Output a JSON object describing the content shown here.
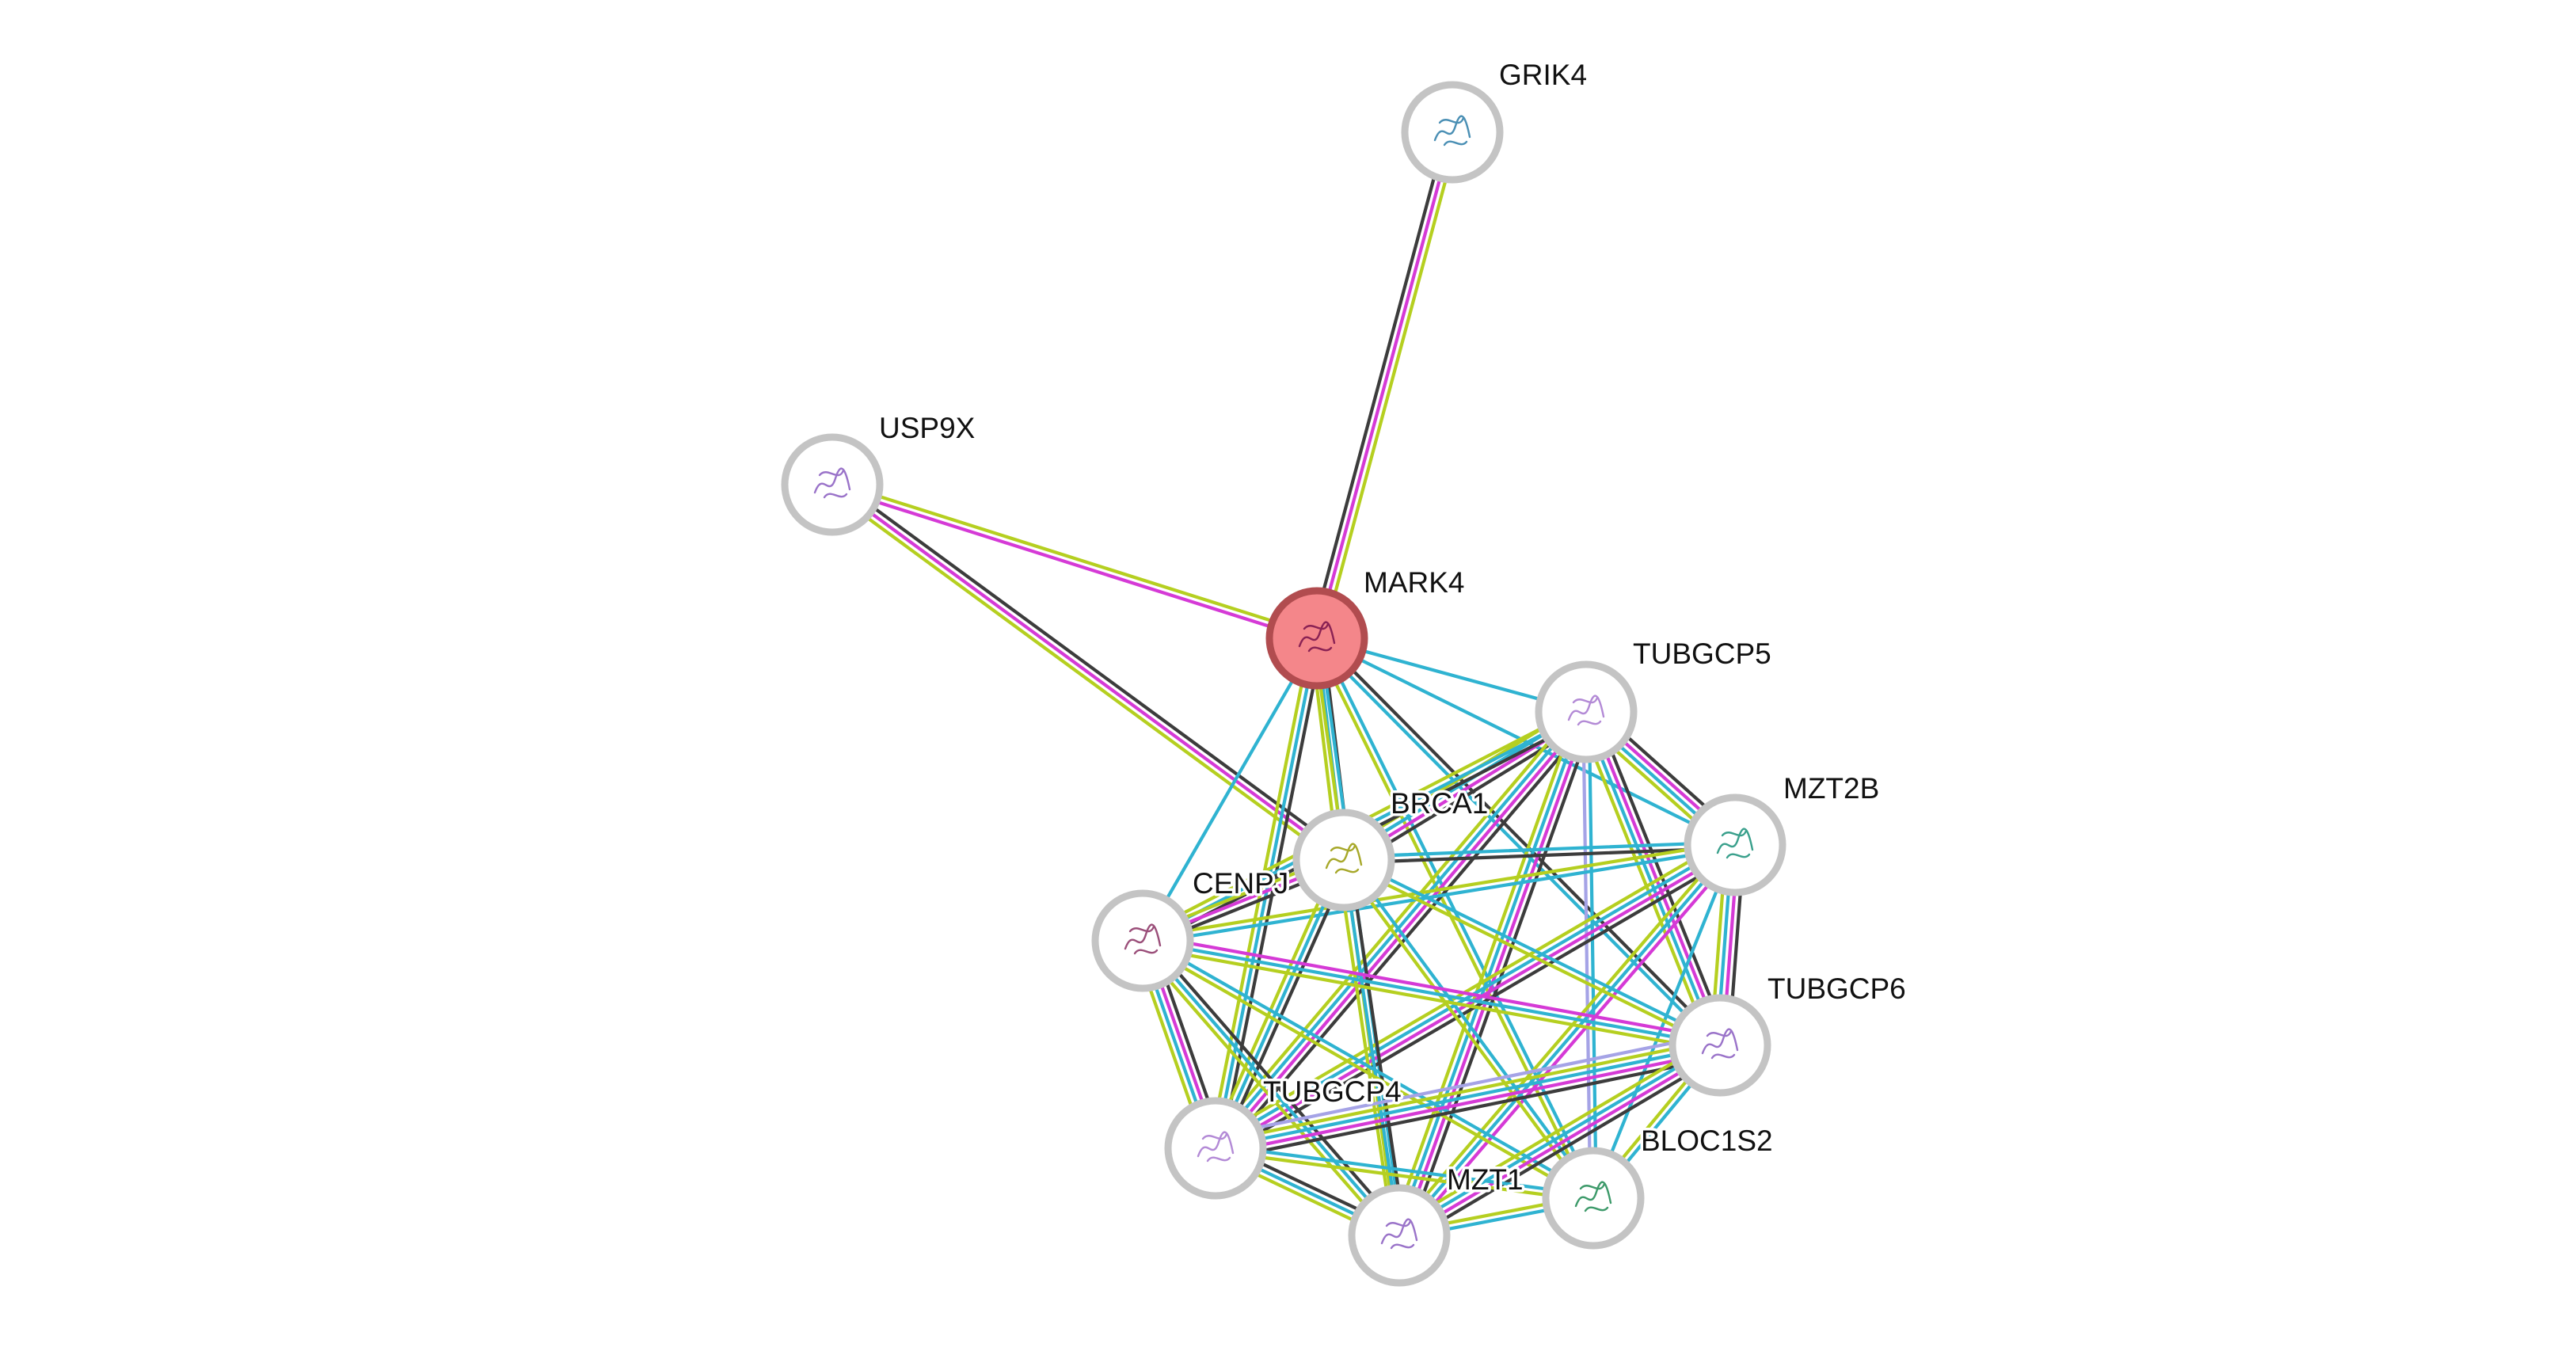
{
  "colors": {
    "experimental": "#d53ad6",
    "database": "#2fb3d1",
    "textmining": "#b5cf20",
    "coexpression": "#3c3c3c",
    "homology": "#a5a3e6",
    "query_fill": "#f4868a",
    "query_stroke": "#b14c4f",
    "ring": "#c4c4c4"
  },
  "nodes": [
    {
      "id": "MARK4",
      "label": "MARK4",
      "query": true,
      "icon": "protein-structure-icon"
    },
    {
      "id": "GRIK4",
      "label": "GRIK4",
      "query": false,
      "icon": "protein-structure-icon"
    },
    {
      "id": "USP9X",
      "label": "USP9X",
      "query": false,
      "icon": "protein-structure-icon"
    },
    {
      "id": "TUBGCP5",
      "label": "TUBGCP5",
      "query": false,
      "icon": "protein-structure-icon"
    },
    {
      "id": "MZT2B",
      "label": "MZT2B",
      "query": false,
      "icon": "protein-structure-icon"
    },
    {
      "id": "BRCA1",
      "label": "BRCA1",
      "query": false,
      "icon": "protein-structure-icon"
    },
    {
      "id": "CENPJ",
      "label": "CENPJ",
      "query": false,
      "icon": "protein-structure-icon"
    },
    {
      "id": "TUBGCP6",
      "label": "TUBGCP6",
      "query": false,
      "icon": "protein-structure-icon"
    },
    {
      "id": "TUBGCP4",
      "label": "TUBGCP4",
      "query": false,
      "icon": "protein-structure-icon"
    },
    {
      "id": "BLOC1S2",
      "label": "BLOC1S2",
      "query": false,
      "icon": "protein-structure-icon"
    },
    {
      "id": "MZT1",
      "label": "MZT1",
      "query": false,
      "icon": "protein-structure-icon"
    }
  ],
  "edges": [
    {
      "source": "MARK4",
      "target": "GRIK4",
      "evidence": [
        "coexpression",
        "experimental",
        "textmining"
      ]
    },
    {
      "source": "MARK4",
      "target": "USP9X",
      "evidence": [
        "experimental",
        "textmining"
      ]
    },
    {
      "source": "USP9X",
      "target": "BRCA1",
      "evidence": [
        "coexpression",
        "experimental",
        "textmining"
      ]
    },
    {
      "source": "MARK4",
      "target": "TUBGCP5",
      "evidence": [
        "database"
      ]
    },
    {
      "source": "MARK4",
      "target": "MZT2B",
      "evidence": [
        "database"
      ]
    },
    {
      "source": "MARK4",
      "target": "BRCA1",
      "evidence": [
        "coexpression",
        "database",
        "textmining"
      ]
    },
    {
      "source": "MARK4",
      "target": "CENPJ",
      "evidence": [
        "database"
      ]
    },
    {
      "source": "MARK4",
      "target": "TUBGCP6",
      "evidence": [
        "coexpression",
        "database"
      ]
    },
    {
      "source": "MARK4",
      "target": "TUBGCP4",
      "evidence": [
        "coexpression",
        "database",
        "textmining"
      ]
    },
    {
      "source": "MARK4",
      "target": "BLOC1S2",
      "evidence": [
        "database",
        "textmining"
      ]
    },
    {
      "source": "MARK4",
      "target": "MZT1",
      "evidence": [
        "database",
        "textmining"
      ]
    },
    {
      "source": "TUBGCP5",
      "target": "MZT2B",
      "evidence": [
        "coexpression",
        "experimental",
        "database",
        "textmining"
      ]
    },
    {
      "source": "TUBGCP5",
      "target": "BRCA1",
      "evidence": [
        "coexpression",
        "experimental",
        "database",
        "textmining"
      ]
    },
    {
      "source": "TUBGCP5",
      "target": "CENPJ",
      "evidence": [
        "coexpression",
        "database",
        "textmining"
      ]
    },
    {
      "source": "TUBGCP5",
      "target": "TUBGCP6",
      "evidence": [
        "coexpression",
        "experimental",
        "database",
        "textmining"
      ]
    },
    {
      "source": "TUBGCP5",
      "target": "TUBGCP4",
      "evidence": [
        "coexpression",
        "experimental",
        "database",
        "textmining"
      ]
    },
    {
      "source": "TUBGCP5",
      "target": "BLOC1S2",
      "evidence": [
        "database",
        "homology"
      ]
    },
    {
      "source": "TUBGCP5",
      "target": "MZT1",
      "evidence": [
        "coexpression",
        "experimental",
        "database",
        "textmining"
      ]
    },
    {
      "source": "MZT2B",
      "target": "BRCA1",
      "evidence": [
        "coexpression",
        "database"
      ]
    },
    {
      "source": "MZT2B",
      "target": "CENPJ",
      "evidence": [
        "database",
        "textmining"
      ]
    },
    {
      "source": "MZT2B",
      "target": "TUBGCP6",
      "evidence": [
        "coexpression",
        "experimental",
        "database",
        "textmining"
      ]
    },
    {
      "source": "MZT2B",
      "target": "TUBGCP4",
      "evidence": [
        "coexpression",
        "experimental",
        "database",
        "textmining"
      ]
    },
    {
      "source": "MZT2B",
      "target": "BLOC1S2",
      "evidence": [
        "database"
      ]
    },
    {
      "source": "MZT2B",
      "target": "MZT1",
      "evidence": [
        "experimental",
        "database",
        "textmining"
      ]
    },
    {
      "source": "BRCA1",
      "target": "CENPJ",
      "evidence": [
        "coexpression",
        "experimental",
        "textmining"
      ]
    },
    {
      "source": "BRCA1",
      "target": "TUBGCP6",
      "evidence": [
        "database",
        "textmining"
      ]
    },
    {
      "source": "BRCA1",
      "target": "TUBGCP4",
      "evidence": [
        "coexpression",
        "database",
        "textmining"
      ]
    },
    {
      "source": "BRCA1",
      "target": "BLOC1S2",
      "evidence": [
        "database",
        "textmining"
      ]
    },
    {
      "source": "BRCA1",
      "target": "MZT1",
      "evidence": [
        "coexpression",
        "database",
        "textmining"
      ]
    },
    {
      "source": "CENPJ",
      "target": "TUBGCP6",
      "evidence": [
        "experimental",
        "database",
        "textmining"
      ]
    },
    {
      "source": "CENPJ",
      "target": "TUBGCP4",
      "evidence": [
        "coexpression",
        "experimental",
        "database",
        "textmining"
      ]
    },
    {
      "source": "CENPJ",
      "target": "BLOC1S2",
      "evidence": [
        "database",
        "textmining"
      ]
    },
    {
      "source": "CENPJ",
      "target": "MZT1",
      "evidence": [
        "coexpression",
        "database",
        "textmining"
      ]
    },
    {
      "source": "TUBGCP6",
      "target": "TUBGCP4",
      "evidence": [
        "coexpression",
        "experimental",
        "database",
        "textmining",
        "homology"
      ]
    },
    {
      "source": "TUBGCP6",
      "target": "BLOC1S2",
      "evidence": [
        "database",
        "textmining"
      ]
    },
    {
      "source": "TUBGCP6",
      "target": "MZT1",
      "evidence": [
        "coexpression",
        "experimental",
        "database",
        "textmining"
      ]
    },
    {
      "source": "TUBGCP4",
      "target": "BLOC1S2",
      "evidence": [
        "database",
        "textmining"
      ]
    },
    {
      "source": "TUBGCP4",
      "target": "MZT1",
      "evidence": [
        "coexpression",
        "database",
        "textmining"
      ]
    },
    {
      "source": "BLOC1S2",
      "target": "MZT1",
      "evidence": [
        "database",
        "textmining"
      ]
    }
  ]
}
